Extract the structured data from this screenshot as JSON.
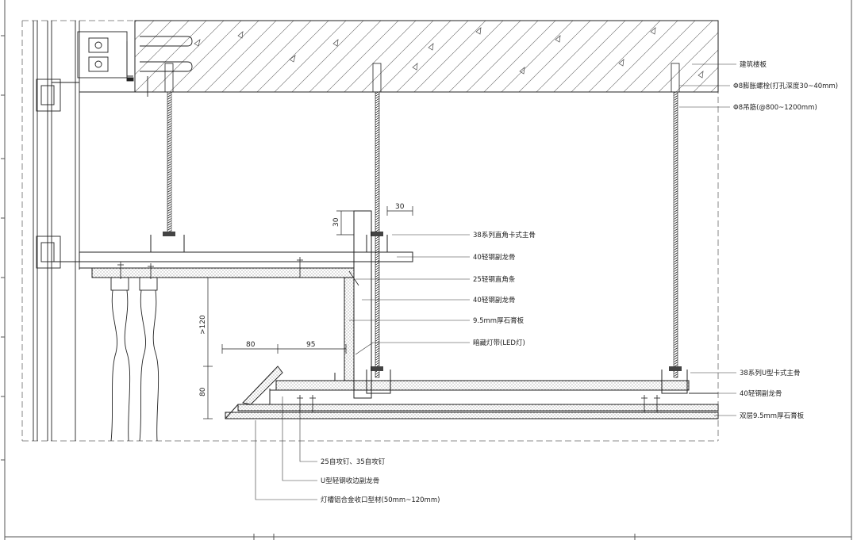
{
  "labels": {
    "floor_slab": "建筑楼板",
    "expansion_bolt": "Φ8膨胀螺栓(打孔深度30~40mm)",
    "hanger_rod": "Φ8吊筋(@800~1200mm)",
    "main_keel_38_angle": "38系列直角卡式主骨",
    "light_keel_40_a": "40轻钢副龙骨",
    "angle_strip_25": "25轻钢直角条",
    "light_keel_40_b": "40轻钢副龙骨",
    "gypsum_board": "9.5mm厚石膏板",
    "led_strip": "暗藏灯带(LED灯)",
    "main_keel_38_u": "38系列U型卡式主骨",
    "light_keel_40_c": "40轻钢副龙骨",
    "double_gypsum": "双层9.5mm厚石膏板",
    "screws": "25自攻钉、35自攻钉",
    "u_keel": "U型轻钢收边副龙骨",
    "alu_trim": "灯槽铝合金收口型材(50mm~120mm)"
  },
  "dimensions": {
    "d30_top": "30",
    "d30_side": "30",
    "d120": ">120",
    "d80_h": "80",
    "d95": "95",
    "d80_v": "80"
  },
  "colors": {
    "line": "#222222",
    "frame": "#555555",
    "dashed": "#666666"
  }
}
